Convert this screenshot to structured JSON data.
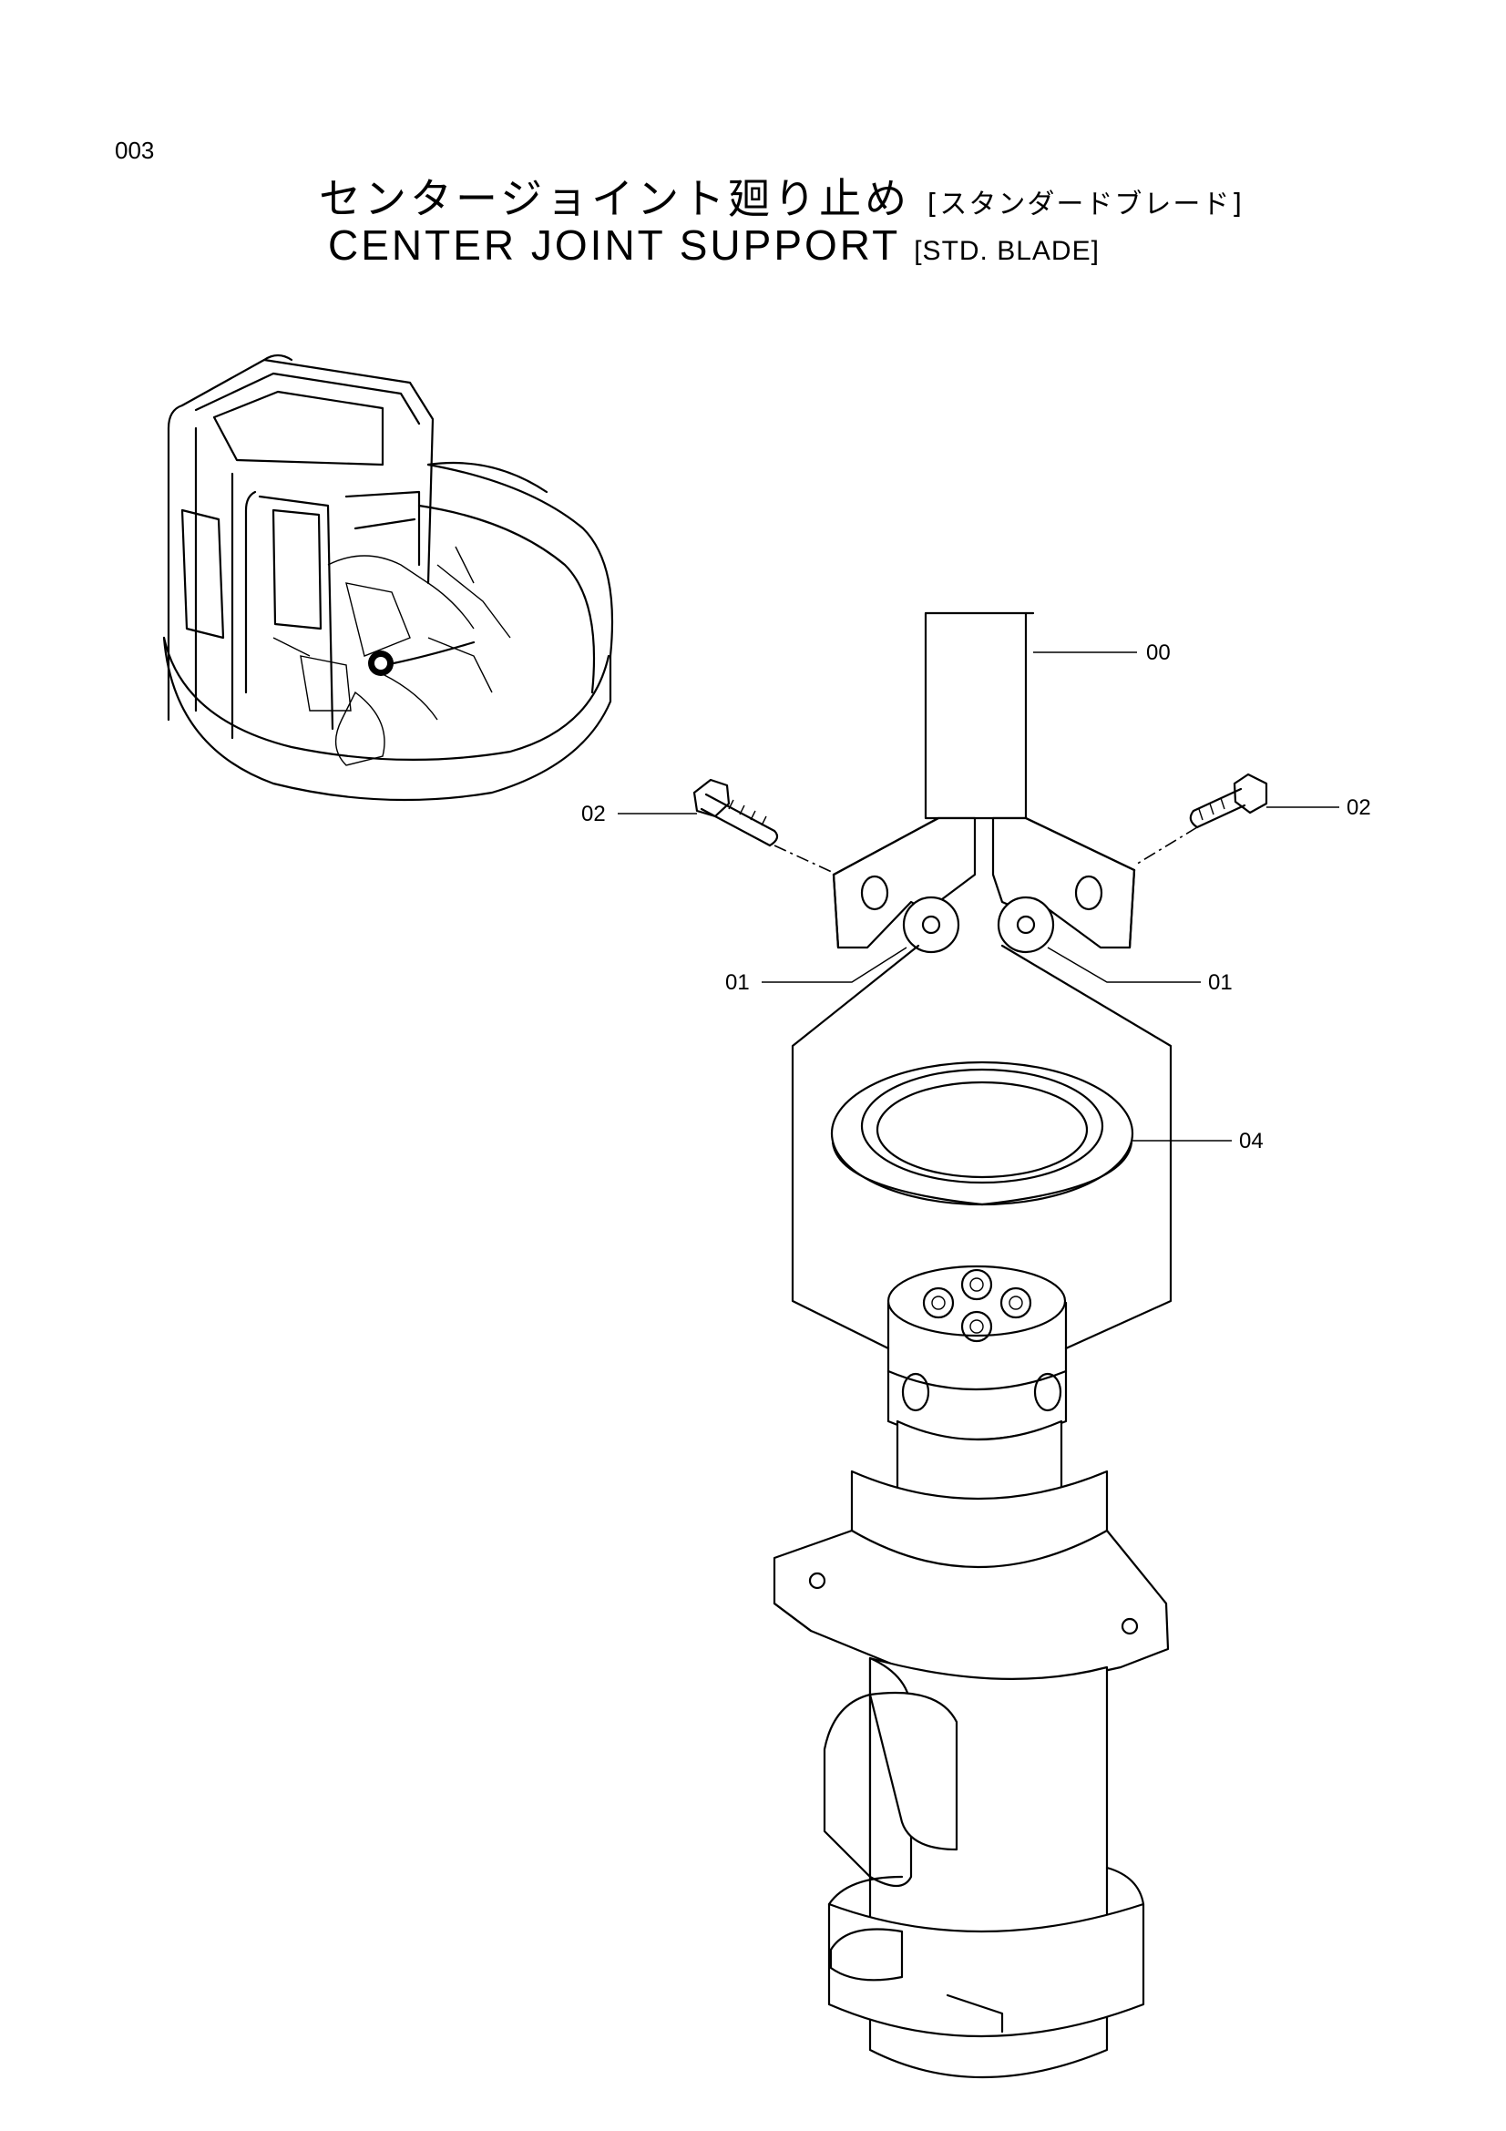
{
  "page": {
    "code": "003"
  },
  "title": {
    "japanese": "センタージョイント廻り止め",
    "japanese_sub": "[スタンダードブレード]",
    "english": "CENTER JOINT SUPPORT",
    "english_sub": "[STD. BLADE]"
  },
  "callouts": {
    "part_00": "00",
    "part_02_left": "02",
    "part_02_right": "02",
    "part_01_left": "01",
    "part_01_right": "01",
    "part_04": "04"
  }
}
